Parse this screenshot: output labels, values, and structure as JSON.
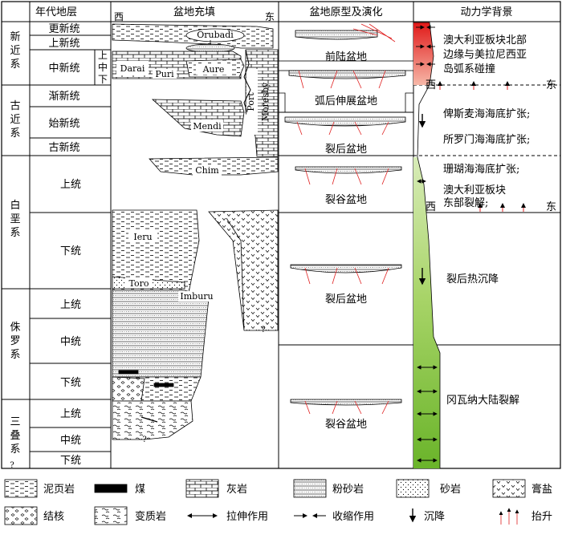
{
  "headers": {
    "strata": "年代地层",
    "fill": "盆地充填",
    "prototype": "盆地原型及演化",
    "dynamics": "动力学背景"
  },
  "fill_west": "西",
  "fill_east": "东",
  "systems": [
    {
      "name_l1": "新",
      "name_l2": "近",
      "name_l3": "系"
    },
    {
      "name_l1": "古",
      "name_l2": "近",
      "name_l3": "系"
    },
    {
      "name_l1": "白",
      "name_l2": "垩",
      "name_l3": "系"
    },
    {
      "name_l1": "侏",
      "name_l2": "罗",
      "name_l3": "系"
    },
    {
      "name_l1": "三",
      "name_l2": "叠",
      "name_l3": "系"
    }
  ],
  "series": [
    "更新统",
    "上新统",
    "中新统",
    "渐新统",
    "始新统",
    "古新统",
    "上统",
    "下统",
    "上统",
    "中统",
    "下统",
    "上统",
    "中统",
    "下统"
  ],
  "miocene_sub": [
    "上",
    "中",
    "下"
  ],
  "question": "?",
  "formations": {
    "orubadi": "Orubadi",
    "darai": "Darai",
    "puri": "Puri",
    "aure": "Aure",
    "port": "Port",
    "moresby": "Moresby",
    "mendi": "Mendi",
    "chim": "Chim",
    "ieru": "Ieru",
    "toro": "Toro",
    "imburu": "Imburu"
  },
  "prototypes": {
    "foreland": "前陆盆地",
    "backarc": "弧后伸展盆地",
    "postrift1": "裂后盆地",
    "rift1": "裂谷盆地",
    "postrift2": "裂后盆地",
    "rift2": "裂谷盆地"
  },
  "dynamics": {
    "collision_l1": "澳大利亚板块北部",
    "collision_l2": "边缘与美拉尼西亚",
    "collision_l3": "岛弧系碰撞",
    "west1": "西",
    "east1": "东",
    "bismarck": "俾斯麦海海底扩张;",
    "solomon": "所罗门海海底扩张;",
    "coral": "珊瑚海海底扩张;",
    "eastrift_l1": "澳大利亚板块",
    "eastrift_l2": "东部裂解;",
    "west2": "西",
    "east2": "东",
    "thermal": "裂后热沉降",
    "gondwana": "冈瓦纳大陆裂解"
  },
  "legend": {
    "mudshale": "泥页岩",
    "coal": "煤",
    "limestone": "灰岩",
    "siltstone": "粉砂岩",
    "sandstone": "砂岩",
    "gypsum": "膏盐",
    "nodule": "结核",
    "metamorphic": "变质岩",
    "extension": "拉伸作用",
    "compression": "收缩作用",
    "subsidence": "沉降",
    "uplift": "抬升"
  },
  "colors": {
    "red": "#e02020",
    "green": "#8cc83c",
    "line": "#000000"
  }
}
